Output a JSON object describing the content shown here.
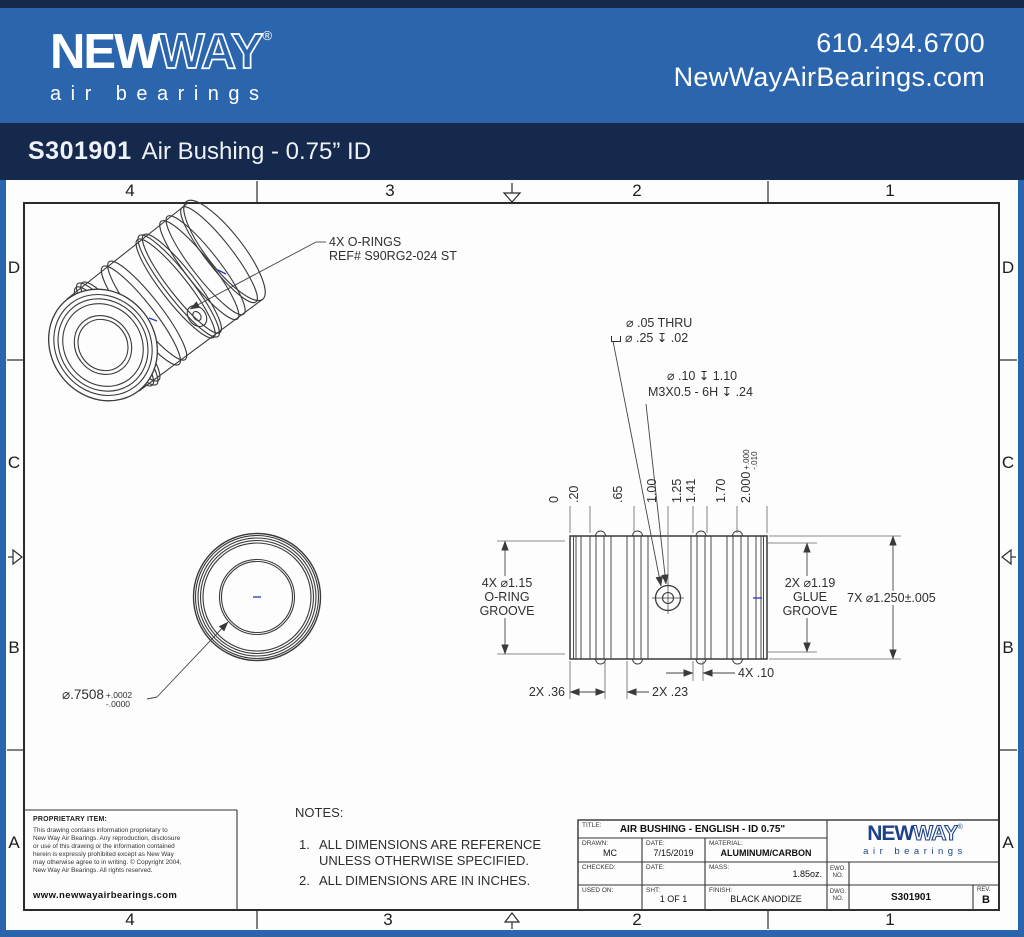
{
  "colors": {
    "header_blue": "#2b65ad",
    "navy": "#15294d",
    "logo_blue": "#1d4289",
    "line": "#3a3a3a",
    "centermark_blue": "#2a35c8"
  },
  "header": {
    "logo": {
      "new": "NEW",
      "way": "WAY",
      "reg": "®",
      "tagline": "air bearings"
    },
    "phone": "610.494.6700",
    "website": "NewWayAirBearings.com"
  },
  "title_bar": {
    "part_number": "S301901",
    "title": "Air Bushing - 0.75” ID"
  },
  "margins": {
    "top": [
      "4",
      "3",
      "2",
      "1"
    ],
    "bottom": [
      "4",
      "3",
      "2",
      "1"
    ],
    "left": [
      "D",
      "C",
      "B",
      "A"
    ],
    "right": [
      "D",
      "C",
      "B",
      "A"
    ]
  },
  "iso_view": {
    "callout_line1": "4X O-RINGS",
    "callout_line2": "REF# S90RG2-024 ST"
  },
  "front_view": {
    "bore_dia": "⌀.7508",
    "bore_tol_plus": "+.0002",
    "bore_tol_minus": "-.0000"
  },
  "side_view": {
    "hole_callout_1a": "⌀ .05 THRU",
    "hole_callout_1b": "⌀ .25 ↧ .02",
    "hole_callout_2a": "⌀ .10 ↧ 1.10",
    "hole_callout_2b": "M3X0.5 - 6H ↧ .24",
    "ordinates": [
      "0",
      ".20",
      ".65",
      "1.00",
      "1.25",
      "1.41",
      "1.70"
    ],
    "length": "2.000",
    "length_tol_plus": "+.000",
    "length_tol_minus": "-.010",
    "oring_label_1": "4X ⌀1.15",
    "oring_label_2": "O-RING",
    "oring_label_3": "GROOVE",
    "glue_label_1": "2X ⌀1.19",
    "glue_label_2": "GLUE",
    "glue_label_3": "GROOVE",
    "od_label": "7X ⌀1.250±.005",
    "dim_36": "2X .36",
    "dim_23": "2X .23",
    "dim_10": "4X .10"
  },
  "notes": {
    "heading": "NOTES:",
    "item1_num": "1.",
    "item1_line1": "ALL DIMENSIONS ARE REFERENCE",
    "item1_line2": "UNLESS OTHERWISE SPECIFIED.",
    "item2_num": "2.",
    "item2": "ALL DIMENSIONS ARE IN INCHES."
  },
  "proprietary": {
    "heading": "PROPRIETARY ITEM:",
    "body": [
      "This drawing contains information proprietary to",
      "New Way Air Bearings. Any reproduction, disclosure",
      "or use of this drawing or the information contained",
      "herein is expressly prohibited except as New Way",
      "may otherwise agree to in writing. © Copyright 2004,",
      "New Way Air Bearings. All rights reserved."
    ],
    "website": "www.newwayairbearings.com"
  },
  "title_block": {
    "title_label": "TITLE:",
    "title_value": "AIR BUSHING - ENGLISH - ID 0.75\"",
    "drawn_label": "DRAWN:",
    "drawn_value": "MC",
    "date1_label": "DATE:",
    "date1_value": "7/15/2019",
    "material_label": "MATERIAL:",
    "material_value": "ALUMINUM/CARBON",
    "checked_label": "CHECKED:",
    "date2_label": "DATE:",
    "mass_label": "MASS:",
    "mass_value": "1.85oz.",
    "used_on_label": "USED ON:",
    "sht_label": "SHT:",
    "sht_value": "1 OF 1",
    "finish_label": "FINISH:",
    "finish_value": "BLACK ANODIZE",
    "ewo_label_1": "EWO.",
    "ewo_label_2": "NO.",
    "dwg_label_1": "DWG.",
    "dwg_label_2": "NO.",
    "dwg_value": "S301901",
    "rev_label": "REV.",
    "rev_value": "B",
    "logo": {
      "new": "NEW",
      "way": "WAY",
      "reg": "®",
      "tagline": "air bearings"
    }
  }
}
